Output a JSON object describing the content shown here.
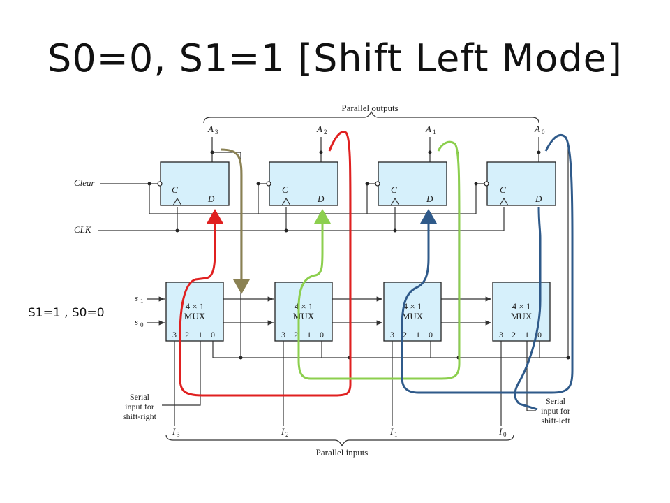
{
  "slide": {
    "title": "S0=0, S1=1 [Shift Left Mode]",
    "side_note": "S1=1 , S0=0"
  },
  "diagram": {
    "parallel_outputs_label": "Parallel outputs",
    "parallel_inputs_label": "Parallel inputs",
    "clear_label": "Clear",
    "clk_label": "CLK",
    "s1_label": "s",
    "s1_sub": "1",
    "s0_label": "s",
    "s0_sub": "0",
    "serial_right_label": [
      "Serial",
      "input for",
      "shift-right"
    ],
    "serial_left_label": [
      "Serial",
      "input for",
      "shift-left"
    ],
    "flipflops": [
      {
        "output": "A",
        "sub": "3",
        "c": "C",
        "d": "D"
      },
      {
        "output": "A",
        "sub": "2",
        "c": "C",
        "d": "D"
      },
      {
        "output": "A",
        "sub": "1",
        "c": "C",
        "d": "D"
      },
      {
        "output": "A",
        "sub": "0",
        "c": "C",
        "d": "D"
      }
    ],
    "muxes": [
      {
        "line1": "4 × 1",
        "line2": "MUX",
        "pins": [
          "3",
          "2",
          "1",
          "0"
        ],
        "input": "I",
        "sub": "3"
      },
      {
        "line1": "4 × 1",
        "line2": "MUX",
        "pins": [
          "3",
          "2",
          "1",
          "0"
        ],
        "input": "I",
        "sub": "2"
      },
      {
        "line1": "4 × 1",
        "line2": "MUX",
        "pins": [
          "3",
          "2",
          "1",
          "0"
        ],
        "input": "I",
        "sub": "1"
      },
      {
        "line1": "4 × 1",
        "line2": "MUX",
        "pins": [
          "3",
          "2",
          "1",
          "0"
        ],
        "input": "I",
        "sub": "0"
      }
    ],
    "colors": {
      "fill": "#d6f0fb",
      "path_a3": "#8a8153",
      "path_a2": "#e02020",
      "path_a1": "#8ccf4e",
      "path_a0": "#2f5a8a"
    }
  }
}
